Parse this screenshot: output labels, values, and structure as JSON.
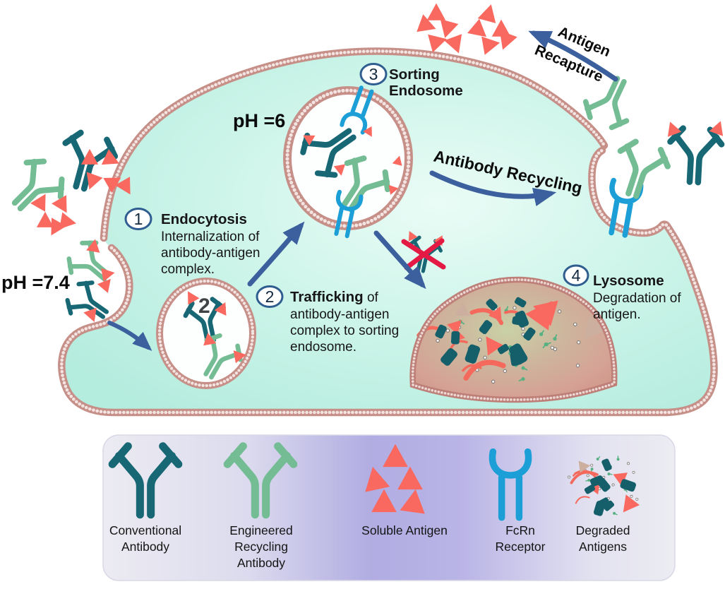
{
  "diagram": {
    "ph_extracellular": "pH =7.4",
    "ph_endosomal": "pH =6",
    "vesicle_number": "2",
    "steps": [
      {
        "num": "1",
        "title": "Endocytosis",
        "lines": [
          "Internalization of",
          "antibody-antigen",
          "complex."
        ]
      },
      {
        "num": "2",
        "title": "Trafficking",
        "title_suffix": " of",
        "lines": [
          "antibody-antigen",
          "complex to sorting",
          "endosome."
        ]
      },
      {
        "num": "3",
        "title_line1": "Sorting",
        "title_line2": "Endosome"
      },
      {
        "num": "4",
        "title": "Lysosome",
        "lines": [
          "Degradation of",
          "antigen."
        ]
      }
    ],
    "flow_labels": {
      "antibody_recycling": "Antibody Recycling",
      "antigen_recapture_line1": "Antigen",
      "antigen_recapture_line2": "Recapture"
    }
  },
  "legend": {
    "items": [
      {
        "icon": "conventional-antibody-icon",
        "lines": [
          "Conventional",
          "Antibody"
        ]
      },
      {
        "icon": "engineered-recycling-antibody-icon",
        "lines": [
          "Engineered",
          "Recycling",
          "Antibody"
        ]
      },
      {
        "icon": "soluble-antigen-icon",
        "lines": [
          "Soluble Antigen"
        ]
      },
      {
        "icon": "fcrn-receptor-icon",
        "lines": [
          "FcRn",
          "Receptor"
        ]
      },
      {
        "icon": "degraded-antigens-icon",
        "lines": [
          "Degraded",
          "Antigens"
        ]
      }
    ]
  },
  "colors": {
    "antibody_teal": "#176775",
    "antibody_green": "#74bd94",
    "antigen_salmon": "#f9695f",
    "fcrn_blue": "#1b9fd6",
    "arrow_navy": "#3c5f9d",
    "membrane_pink": "#c69089",
    "membrane_dot": "#f3e4e2",
    "cell_mint": "#c6f2e6",
    "lysosome_tan": "#d2a193",
    "lysosome_center": "#c8d0a5",
    "legend_lavender": "#b1ace2",
    "cross_red": "#e41944",
    "step_circle_navy": "#2f5d90",
    "text_dark": "#161616",
    "degraded_chunk_teal": "#155f6b"
  }
}
